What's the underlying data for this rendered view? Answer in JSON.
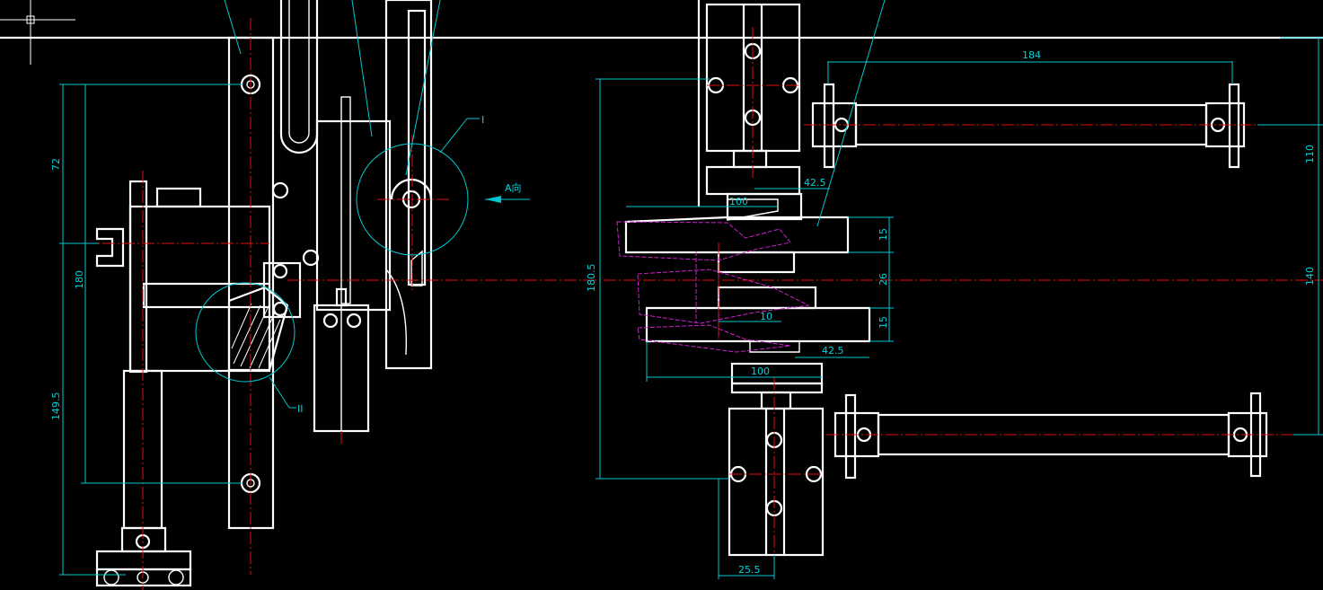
{
  "drawing": {
    "colors": {
      "background": "#000000",
      "outline": "#ffffff",
      "dimension": "#00c8d2",
      "centerline": "#e01010",
      "phantom": "#d020d0"
    },
    "labels": {
      "section_1": "I",
      "section_2": "II",
      "view_a": "A向"
    },
    "left_view_dims": {
      "d72": "72",
      "d180": "180",
      "d149_5": "149.5"
    },
    "right_view_dims": {
      "d184": "184",
      "d110": "110",
      "d140": "140",
      "d180_5": "180.5",
      "d42_5_top": "42.5",
      "d100_top": "100",
      "d15_top": "15",
      "d26": "26",
      "d15_bottom": "15",
      "d10": "10",
      "d42_5_bottom": "42.5",
      "d100_bottom": "100",
      "d25_5": "25.5"
    }
  }
}
